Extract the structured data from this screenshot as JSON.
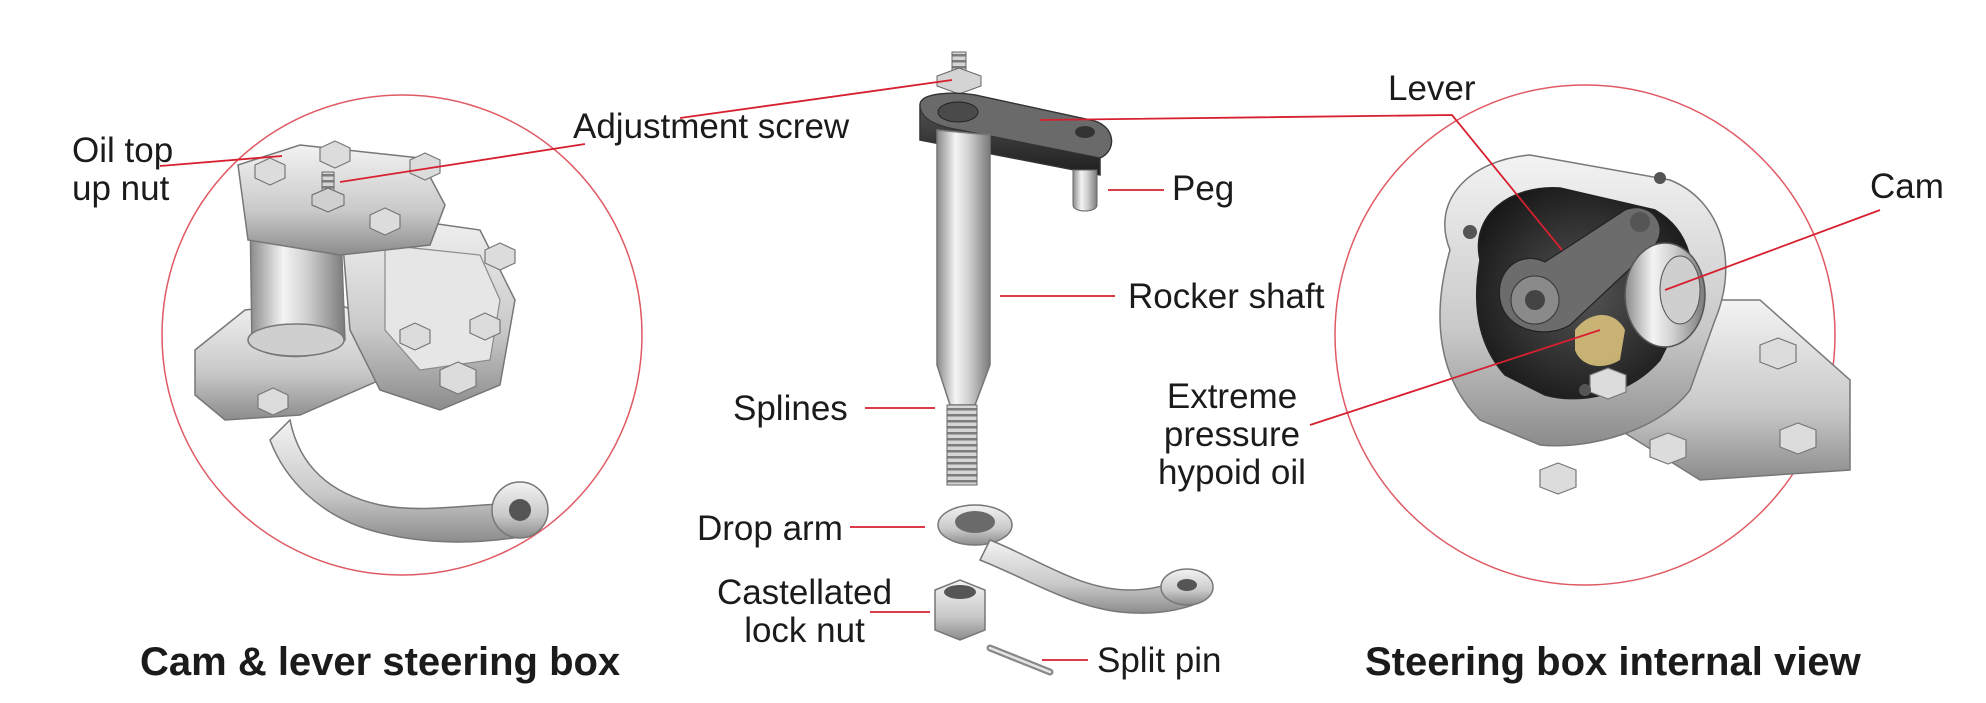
{
  "captions": {
    "left": "Cam & lever steering box",
    "right": "Steering box internal view"
  },
  "labels": {
    "oil_top_up_nut": [
      "Oil top",
      "up nut"
    ],
    "adjustment_screw": "Adjustment screw",
    "lever": "Lever",
    "peg": "Peg",
    "cam": "Cam",
    "rocker_shaft": "Rocker shaft",
    "splines": "Splines",
    "extreme_pressure_hypoid_oil": [
      "Extreme",
      "pressure",
      "hypoid oil"
    ],
    "drop_arm": "Drop arm",
    "castellated_lock_nut": [
      "Castellated",
      "lock nut"
    ],
    "split_pin": "Split pin"
  },
  "colors": {
    "leader_line": "#d7202f",
    "circle_outline": "#e05a64",
    "metal_light": "#f2f2f2",
    "metal_mid": "#c4c4c4",
    "metal_dark": "#7d7d7d",
    "cavity_dark": "#2a2a2a",
    "oil": "#d8c07a"
  }
}
